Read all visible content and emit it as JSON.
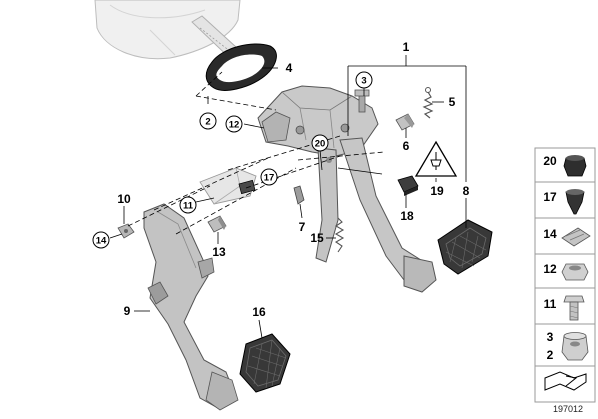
{
  "callouts": {
    "c1": "1",
    "c2": "2",
    "c3": "3",
    "c4": "4",
    "c5": "5",
    "c6": "6",
    "c7": "7",
    "c8": "8",
    "c9": "9",
    "c10": "10",
    "c11": "11",
    "c12": "12",
    "c13": "13",
    "c14": "14",
    "c15": "15",
    "c16": "16",
    "c17": "17",
    "c18": "18",
    "c19": "19",
    "c20": "20"
  },
  "side_panel": {
    "items": [
      "20",
      "17",
      "14",
      "12",
      "11",
      "3",
      "2"
    ]
  },
  "catalog_number": "197012",
  "colors": {
    "part_fill": "#c8c8c8",
    "part_dark": "#8f8f8f",
    "booster_fill": "#eeeeee",
    "pad_fill": "#3a3a3a",
    "line": "#000000"
  }
}
